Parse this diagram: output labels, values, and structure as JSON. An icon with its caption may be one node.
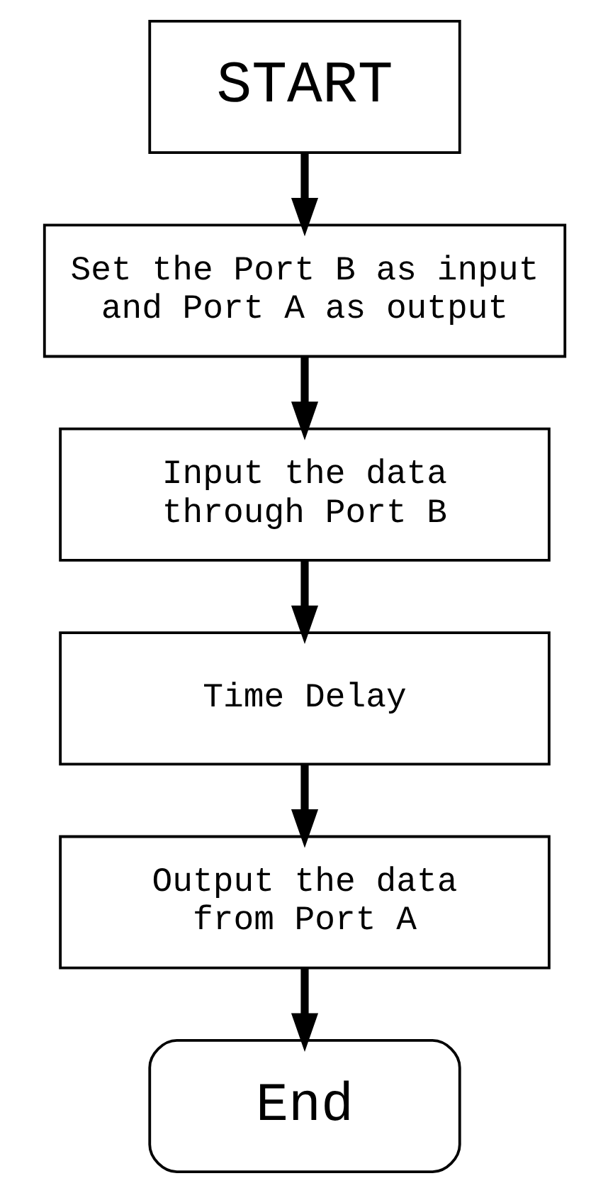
{
  "diagram": {
    "nodes": [
      {
        "text": [
          "START"
        ]
      },
      {
        "text": [
          "Set the Port B as input and Port A as output"
        ]
      },
      {
        "text": [
          "Input the data through Port B"
        ]
      },
      {
        "text": [
          "Time Delay"
        ]
      },
      {
        "text": [
          "Output the data from Port A"
        ]
      },
      {
        "text": [
          "End"
        ]
      }
    ],
    "edges": [
      {
        "from": 0,
        "to": 1,
        "arrow": "to"
      },
      {
        "from": 1,
        "to": 2,
        "arrow": "to"
      },
      {
        "from": 2,
        "to": 3,
        "arrow": "to"
      },
      {
        "from": 3,
        "to": 4,
        "arrow": "to"
      },
      {
        "from": 4,
        "to": 5,
        "arrow": "to"
      }
    ]
  }
}
